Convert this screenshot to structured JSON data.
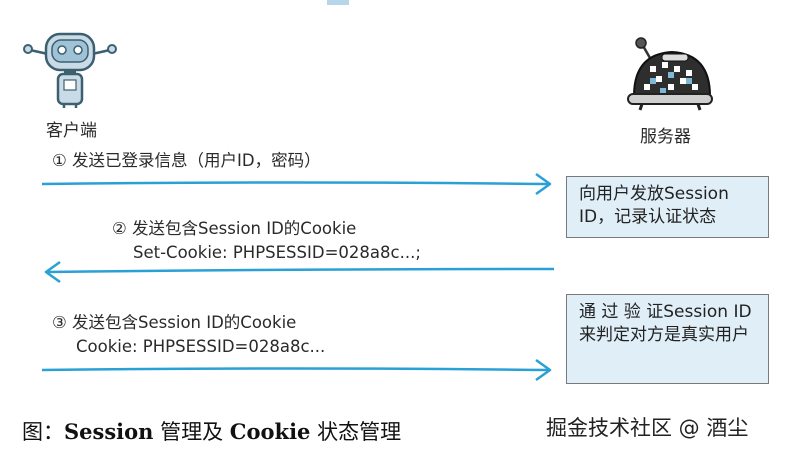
{
  "actors": {
    "client": "客户端",
    "server": "服务器"
  },
  "messages": [
    {
      "line1": "① 发送已登录信息（用户ID，密码）",
      "line2": ""
    },
    {
      "line1": "② 发送包含Session ID的Cookie",
      "line2": "Set-Cookie: PHPSESSID=028a8c...;"
    },
    {
      "line1": "③ 发送包含Session ID的Cookie",
      "line2": "Cookie: PHPSESSID=028a8c..."
    }
  ],
  "boxes": [
    {
      "text": "向用户发放Session ID，记录认证状态"
    },
    {
      "text": "通 过 验 证Session ID来判定对方是真实用户"
    }
  ],
  "caption": {
    "prefix": "图：",
    "term1": "Session",
    "mid": " 管理及 ",
    "term2": "Cookie",
    "suffix": " 状态管理"
  },
  "watermark": "掘金技术社区 @ 酒尘",
  "colors": {
    "arrow": "#2aa1d4",
    "box_fill": "#dfeef7",
    "box_border": "#7a7a7a",
    "robot_body": "#c9dbe6",
    "robot_outline": "#3c6070"
  },
  "icons": [
    "robot-client-icon",
    "server-robot-icon"
  ]
}
